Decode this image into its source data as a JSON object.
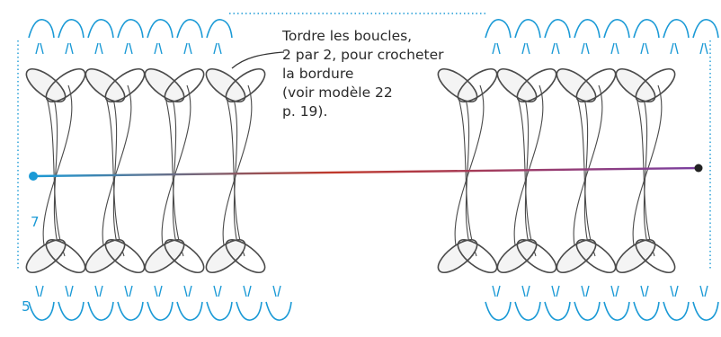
{
  "annotation": {
    "lines": [
      "Tordre les boucles,",
      "2 par 2, pour crocheter",
      "la bordure",
      "(voir modèle 22",
      "p. 19)."
    ]
  },
  "row_labels": {
    "upper": "7",
    "lower": "5"
  },
  "colors": {
    "crochet": "#1b9ad6",
    "yarn_outline": "#4a4a4a",
    "yarn_fill": "#f4f4f4",
    "rod_start": "#1b9ad6",
    "rod_end": "#7b3fa0",
    "rod_tip": "#222222"
  }
}
